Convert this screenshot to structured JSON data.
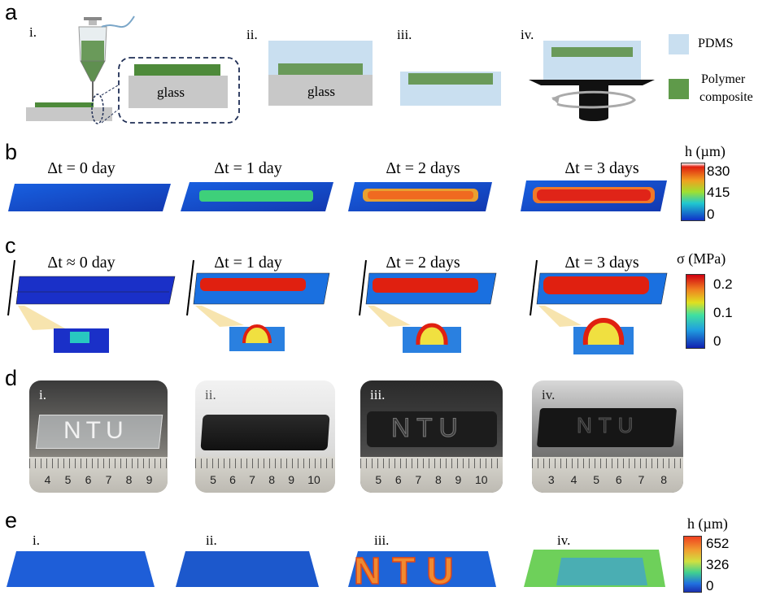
{
  "panel_a": {
    "label": "a",
    "steps": [
      "i.",
      "ii.",
      "iii.",
      "iv."
    ],
    "glass_label": "glass",
    "legend": [
      {
        "label": "PDMS",
        "color": "#c9dff0"
      },
      {
        "label_line1": "Polymer",
        "label_line2": "composite",
        "color": "#5f9a4a"
      }
    ]
  },
  "panel_b": {
    "label": "b",
    "times": [
      "Δt = 0 day",
      "Δt = 1 day",
      "Δt = 2 days",
      "Δt = 3 days"
    ],
    "colorbar": {
      "title": "h (µm)",
      "ticks": [
        "830",
        "415",
        "0"
      ]
    }
  },
  "panel_c": {
    "label": "c",
    "times": [
      "Δt ≈ 0 day",
      "Δt = 1 day",
      "Δt = 2 days",
      "Δt = 3 days"
    ],
    "colorbar": {
      "title": "σ (MPa)",
      "ticks": [
        "0.2",
        "0.1",
        "0"
      ]
    }
  },
  "panel_d": {
    "label": "d",
    "photos": [
      {
        "label": "i.",
        "text": "NTU",
        "ruler": [
          "4",
          "5",
          "6",
          "7",
          "8",
          "9"
        ]
      },
      {
        "label": "ii.",
        "text": "",
        "ruler": [
          "5",
          "6",
          "7",
          "8",
          "9",
          "10"
        ]
      },
      {
        "label": "iii.",
        "text": "NTU",
        "ruler": [
          "5",
          "6",
          "7",
          "8",
          "9",
          "10"
        ]
      },
      {
        "label": "iv.",
        "text": "NTU",
        "ruler": [
          "3",
          "4",
          "5",
          "6",
          "7",
          "8"
        ]
      }
    ]
  },
  "panel_e": {
    "label": "e",
    "steps": [
      "i.",
      "ii.",
      "iii.",
      "iv."
    ],
    "letters": "NTU",
    "colorbar": {
      "title": "h (µm)",
      "ticks": [
        "652",
        "326",
        "0"
      ]
    }
  },
  "colors": {
    "jet_low": "#1030c8",
    "jet_mid": "#20c8a0",
    "jet_high": "#e02010",
    "pdms": "#c9dff0",
    "polymer": "#5f9a4a",
    "glass": "#c8c8c8"
  }
}
